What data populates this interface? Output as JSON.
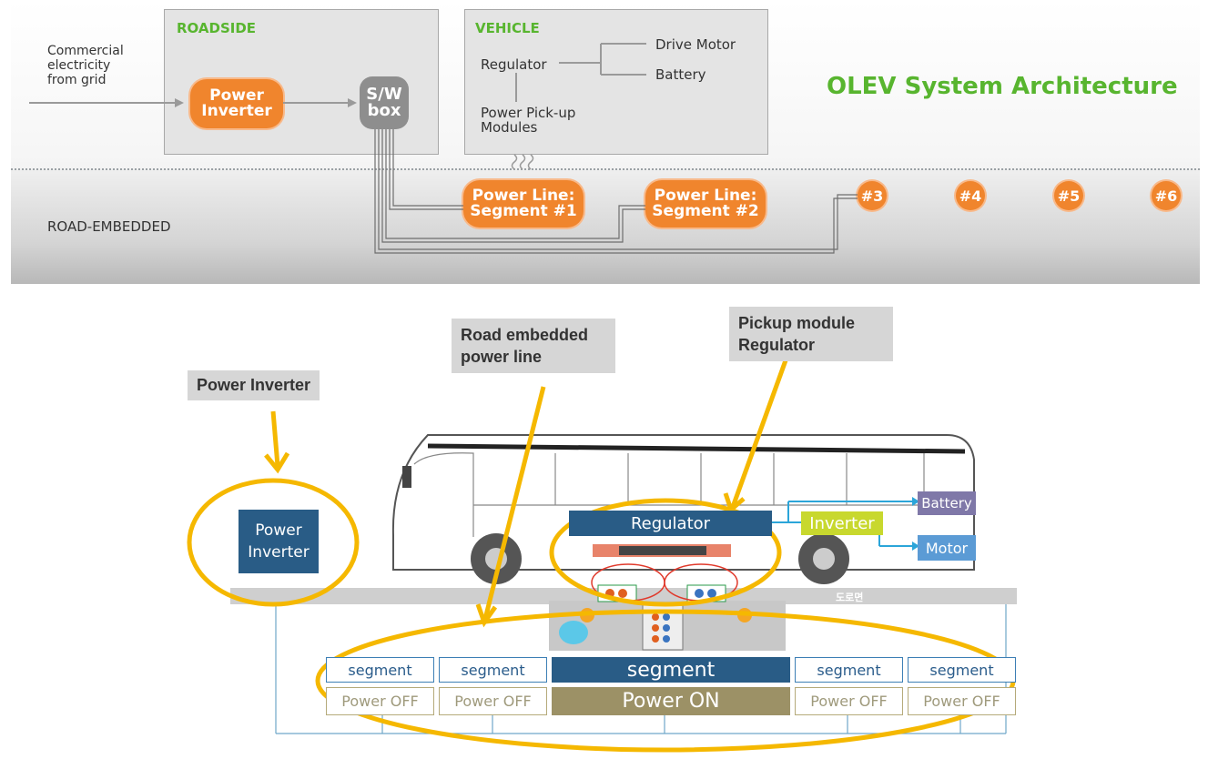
{
  "top_diagram": {
    "title": "OLEV System Architecture",
    "source_label": "Commercial\nelectricity\nfrom grid",
    "roadside": {
      "label": "ROADSIDE",
      "inverter": "Power\nInverter"
    },
    "sw_box": "S/W\nbox",
    "vehicle": {
      "label": "VEHICLE",
      "regulator": "Regulator",
      "drive_motor": "Drive Motor",
      "battery": "Battery",
      "pickup": "Power Pick-up\nModules"
    },
    "road_embedded_label": "ROAD-EMBEDDED",
    "segment1": "Power Line:\nSegment #1",
    "segment2": "Power Line:\nSegment #2",
    "circles": [
      "#3",
      "#4",
      "#5",
      "#6"
    ]
  },
  "bottom_diagram": {
    "callouts": {
      "power_inverter": "Power Inverter",
      "road_power_line": "Road embedded\npower line",
      "pickup_regulator": "Pickup module\nRegulator"
    },
    "inverter_box": "Power\nInverter",
    "regulator": "Regulator",
    "bus_inverter": "Inverter",
    "battery": "Battery",
    "motor": "Motor",
    "road_surface": "도로면",
    "segments": [
      {
        "segment": "segment",
        "power": "Power OFF",
        "on": false
      },
      {
        "segment": "segment",
        "power": "Power OFF",
        "on": false
      },
      {
        "segment": "segment",
        "power": "Power ON",
        "on": true
      },
      {
        "segment": "segment",
        "power": "Power OFF",
        "on": false
      },
      {
        "segment": "segment",
        "power": "Power OFF",
        "on": false
      }
    ],
    "colors": {
      "highlight": "#f5b800",
      "navy": "#295c86",
      "olive": "#9c9166",
      "inverter_green": "#c8d82e",
      "battery_purple": "#7f78a8",
      "motor_blue": "#5b9bd5"
    }
  }
}
